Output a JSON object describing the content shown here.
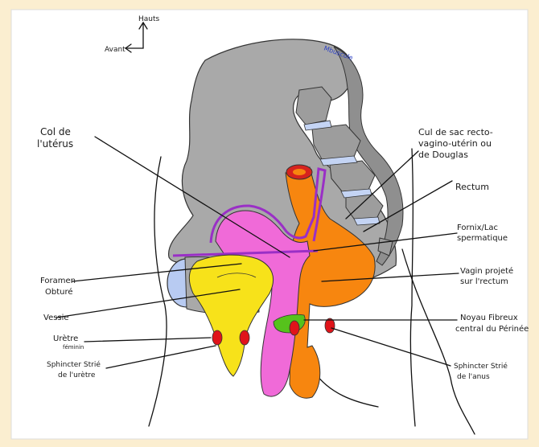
{
  "compass": {
    "up": "Hauts",
    "front": "Avant"
  },
  "corner_note": "Mbuscule",
  "labels": {
    "col_uterus": [
      "Col de",
      "l'utérus"
    ],
    "cul_de_sac": [
      "Cul de sac recto-",
      "vagino-utérin ou",
      "de Douglas"
    ],
    "rectum": [
      "Rectum"
    ],
    "fornix": [
      "Fornix/Lac",
      "spermatique"
    ],
    "foramen": [
      "Foramen",
      "Obturé"
    ],
    "vagin": [
      "Vagin projeté",
      "sur l'rectum"
    ],
    "vessie": [
      "Vessie"
    ],
    "uretre": [
      "Urètre",
      "féminin"
    ],
    "noyau": [
      "Noyau Fibreux",
      "central du Périnée"
    ],
    "sphincter_uretre": [
      "Sphincter Strié",
      "de l'urètre"
    ],
    "sphincter_anus": [
      "Sphincter Strié",
      "de l'anus"
    ]
  },
  "colors": {
    "background": "#fbeed0",
    "bone": "#a9a9a9",
    "bone_dark": "#8f8f8f",
    "uterus": "#f06ad8",
    "uterus_outline": "#9a2fc6",
    "bladder": "#f7e21a",
    "rectum": "#f7860f",
    "vertebral_disc": "#c4d4f4",
    "obturator": "#b8cbf2",
    "perineal_body": "#56c21c",
    "sphincter": "#e0141a"
  }
}
